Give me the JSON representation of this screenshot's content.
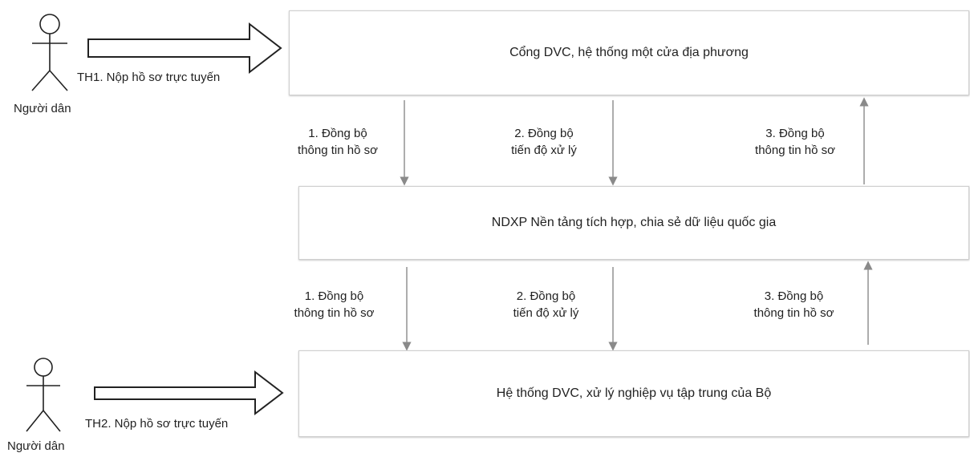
{
  "actors": [
    {
      "label": "Người dân"
    },
    {
      "label": "Người dân"
    }
  ],
  "submissions": [
    {
      "label": "TH1. Nộp hồ sơ trực tuyến"
    },
    {
      "label": "TH2. Nộp hồ sơ trực tuyến"
    }
  ],
  "boxes": {
    "top": "Cổng DVC, hệ thống một cửa địa phương",
    "middle": "NDXP Nền tảng tích hợp, chia sẻ dữ liệu quốc gia",
    "bottom": "Hệ thống DVC, xử lý nghiệp vụ tập trung của Bộ"
  },
  "upper_flows": [
    {
      "line1": "1. Đồng bộ",
      "line2": "thông tin hồ sơ",
      "direction": "down"
    },
    {
      "line1": "2. Đồng bộ",
      "line2": "tiến độ xử lý",
      "direction": "down"
    },
    {
      "line1": "3. Đồng bộ",
      "line2": "thông tin hồ sơ",
      "direction": "up"
    }
  ],
  "lower_flows": [
    {
      "line1": "1. Đồng bộ",
      "line2": "thông tin hồ sơ",
      "direction": "down"
    },
    {
      "line1": "2. Đồng bộ",
      "line2": "tiến độ xử lý",
      "direction": "down"
    },
    {
      "line1": "3. Đồng bộ",
      "line2": "thông tin hồ sơ",
      "direction": "up"
    }
  ],
  "colors": {
    "line": "#8a8a8a",
    "stroke": "#222222",
    "box_border": "#cfcfcf"
  }
}
